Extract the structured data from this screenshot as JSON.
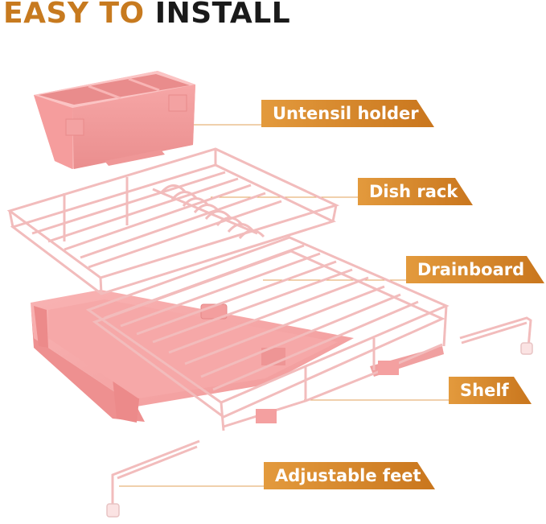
{
  "heading": {
    "part1": "EASY TO",
    "part2": "INSTALL"
  },
  "labels": {
    "utensil": "Untensil holder",
    "dish_rack": "Dish rack",
    "drainboard": "Drainboard",
    "shelf": "Shelf",
    "feet": "Adjustable feet"
  },
  "colors": {
    "accent": "#c9761d",
    "product_pink": "#f4a7a7",
    "wire_pink": "#f2b8b8"
  }
}
